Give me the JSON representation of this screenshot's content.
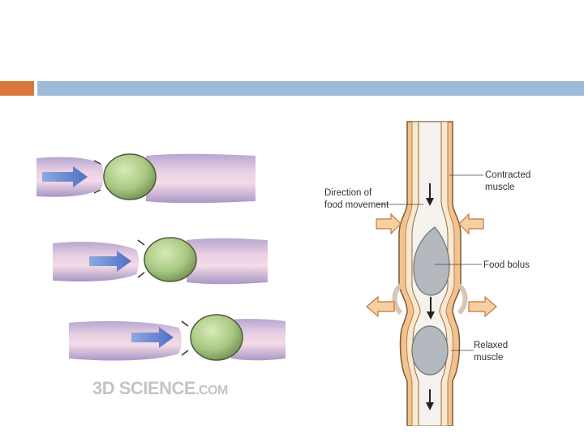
{
  "slide": {
    "accent_color": "#d9783c",
    "band_color": "#9dbbd6"
  },
  "left_figure": {
    "watermark_main": "3D SCIENCE",
    "watermark_suffix": ".COM"
  },
  "right_figure": {
    "labels": {
      "contracted_muscle_line1": "Contracted",
      "contracted_muscle_line2": "muscle",
      "direction_line1": "Direction of",
      "direction_line2": "food movement",
      "food_bolus": "Food bolus",
      "relaxed_muscle_line1": "Relaxed",
      "relaxed_muscle_line2": "muscle"
    }
  }
}
